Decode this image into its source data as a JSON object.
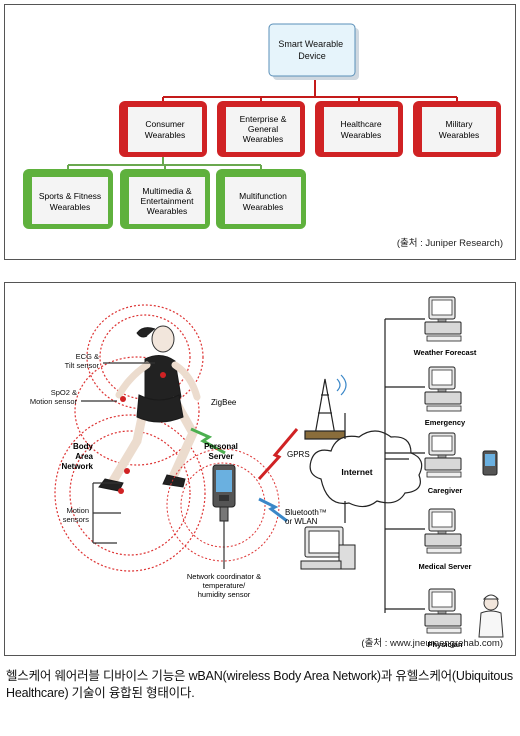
{
  "taxonomy": {
    "root": "Smart Wearable Device",
    "level1": [
      "Consumer Wearables",
      "Enterprise & General Wearables",
      "Healthcare Wearables",
      "Military Wearables"
    ],
    "level2": [
      "Sports & Fitness Wearables",
      "Multimedia & Entertainment Wearables",
      "Multifunction Wearables"
    ],
    "credit": "(출처 : Juniper Research)"
  },
  "network": {
    "body_labels": {
      "ecg": [
        "ECG &",
        "Tilt sensor"
      ],
      "spo2": [
        "SpO2 &",
        "Motion sensor"
      ],
      "ban": [
        "Body",
        "Area",
        "Network"
      ],
      "motion": [
        "Motion",
        "sensors"
      ],
      "zigbee": "ZigBee"
    },
    "server": {
      "title": [
        "Personal",
        "Server"
      ],
      "coordinator": [
        "Network coordinator &",
        "temperature/",
        "humidity sensor"
      ]
    },
    "links": {
      "gprs": "GPRS",
      "bluetooth": [
        "Bluetooth™",
        "or WLAN"
      ],
      "internet": "Internet"
    },
    "nodes": [
      "Weather Forecast",
      "Emergency",
      "Caregiver",
      "Medical Server",
      "Physician"
    ],
    "credit": "(출처 : www.jneuroengrehab.com)"
  },
  "caption": "헬스케어 웨어러블 디바이스 기능은 wBAN(wireless Body Area Network)과 유헬스케어(Ubiquitous Healthcare) 기술이 융합된 형태이다.",
  "colors": {
    "root_fill": "#e6f4fb",
    "root_border": "#5a8fb8",
    "red_box": "#d02224",
    "green_box": "#5fb13d",
    "connector_red": "#c41a1a",
    "connector_green": "#6aa84f"
  }
}
